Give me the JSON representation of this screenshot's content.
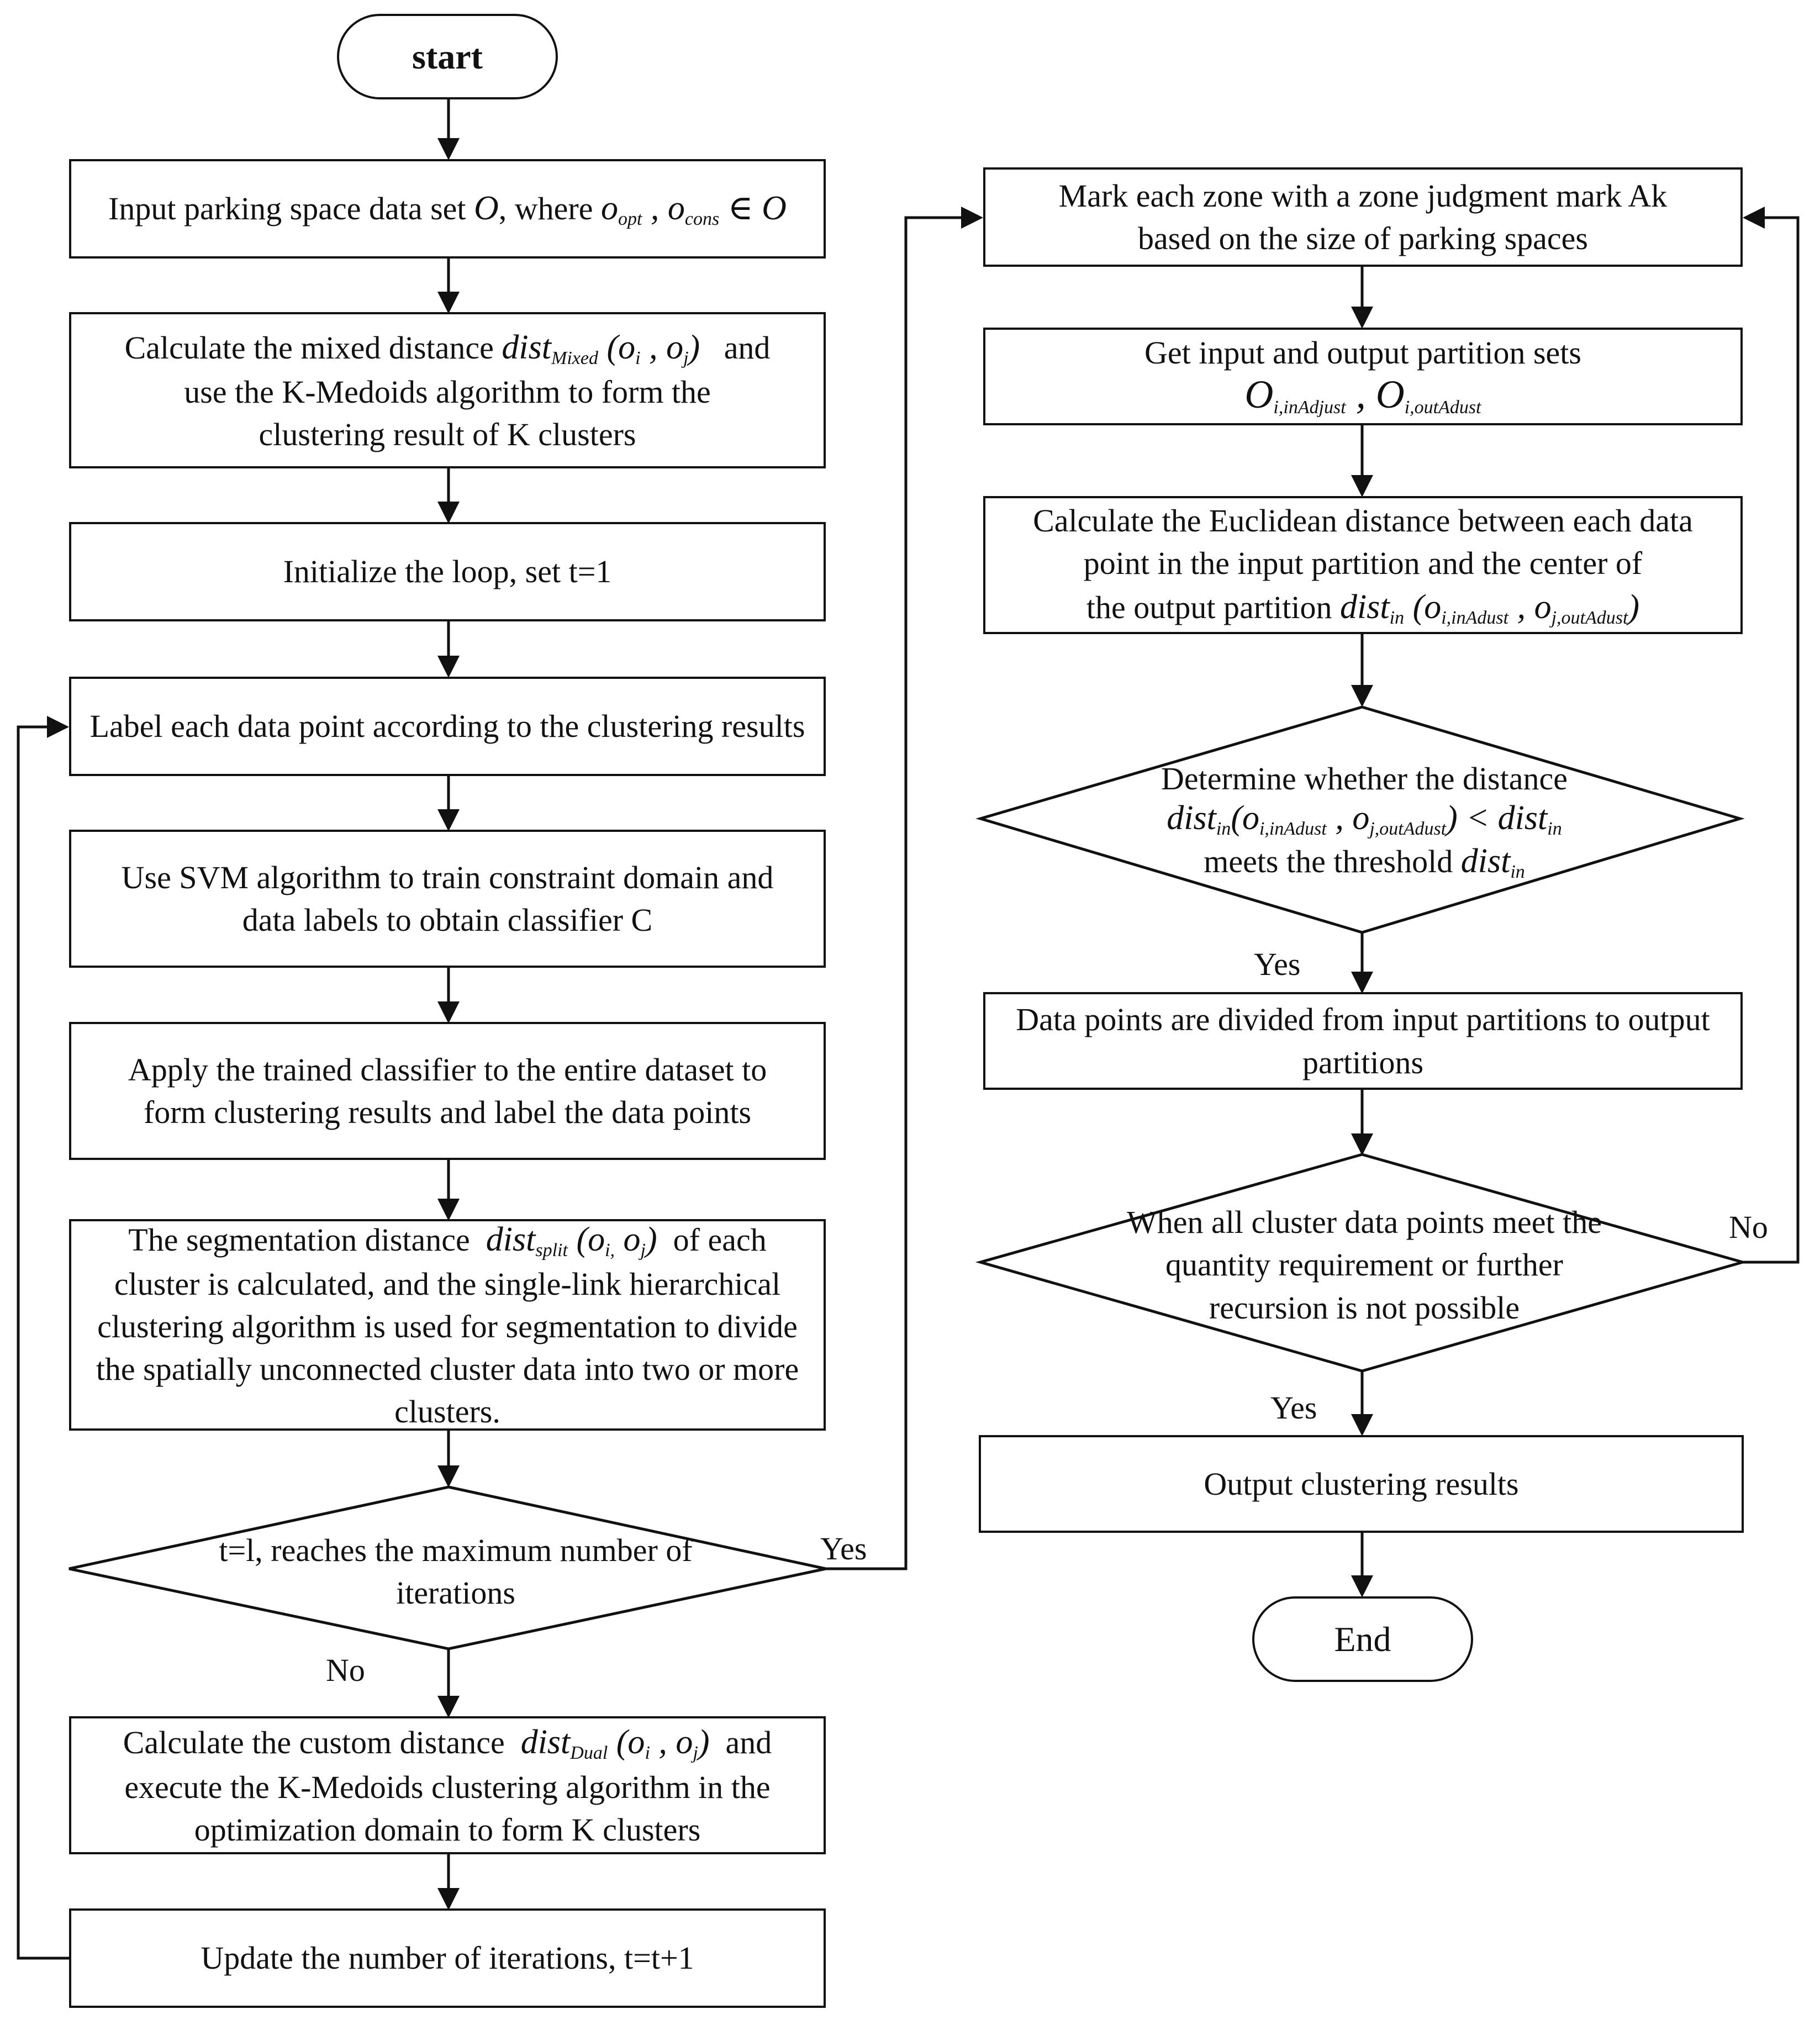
{
  "nodes": {
    "start": "start",
    "input": "Input parking space data set",
    "input_where": "where",
    "mixed_a": "Calculate the mixed distance",
    "mixed_and": "and",
    "mixed_b": "use the K-Medoids algorithm to form the",
    "mixed_c": "clustering result of K clusters",
    "init": "Initialize the loop, set t=1",
    "label": "Label each data point according to the clustering results",
    "svm": "Use SVM algorithm to train constraint domain and data labels to obtain classifier C",
    "apply": "Apply the trained classifier to the entire dataset to form clustering results and label the data points",
    "seg_a": "The segmentation distance",
    "seg_of": "of each",
    "seg_b": "cluster is calculated, and the single-link hierarchical clustering algorithm is used for segmentation to divide the spatially unconnected cluster data into two or more clusters.",
    "iter_decision": "t=l, reaches the maximum number of iterations",
    "custom_a": "Calculate the custom distance",
    "custom_and": "and",
    "custom_b": "execute the K-Medoids clustering algorithm in the optimization domain to form K clusters",
    "update": "Update the number of iterations, t=t+1",
    "mark": "Mark each zone with a zone judgment mark Ak based on the size of parking spaces",
    "get_sets": "Get input and output partition sets",
    "euclid_a": "Calculate the Euclidean distance between each data point in the input partition and the center of",
    "euclid_b": "the output partition",
    "determine_a": "Determine whether the distance",
    "determine_b": "meets the threshold",
    "divide": "Data points are divided from input partitions to output partitions",
    "all_met": "When all cluster data points meet the quantity requirement or further recursion is not possible",
    "output": "Output clustering results",
    "end": "End"
  },
  "edge_labels": {
    "iter_yes": "Yes",
    "iter_no": "No",
    "threshold_yes": "Yes",
    "all_met_yes": "Yes",
    "all_met_no": "No"
  }
}
